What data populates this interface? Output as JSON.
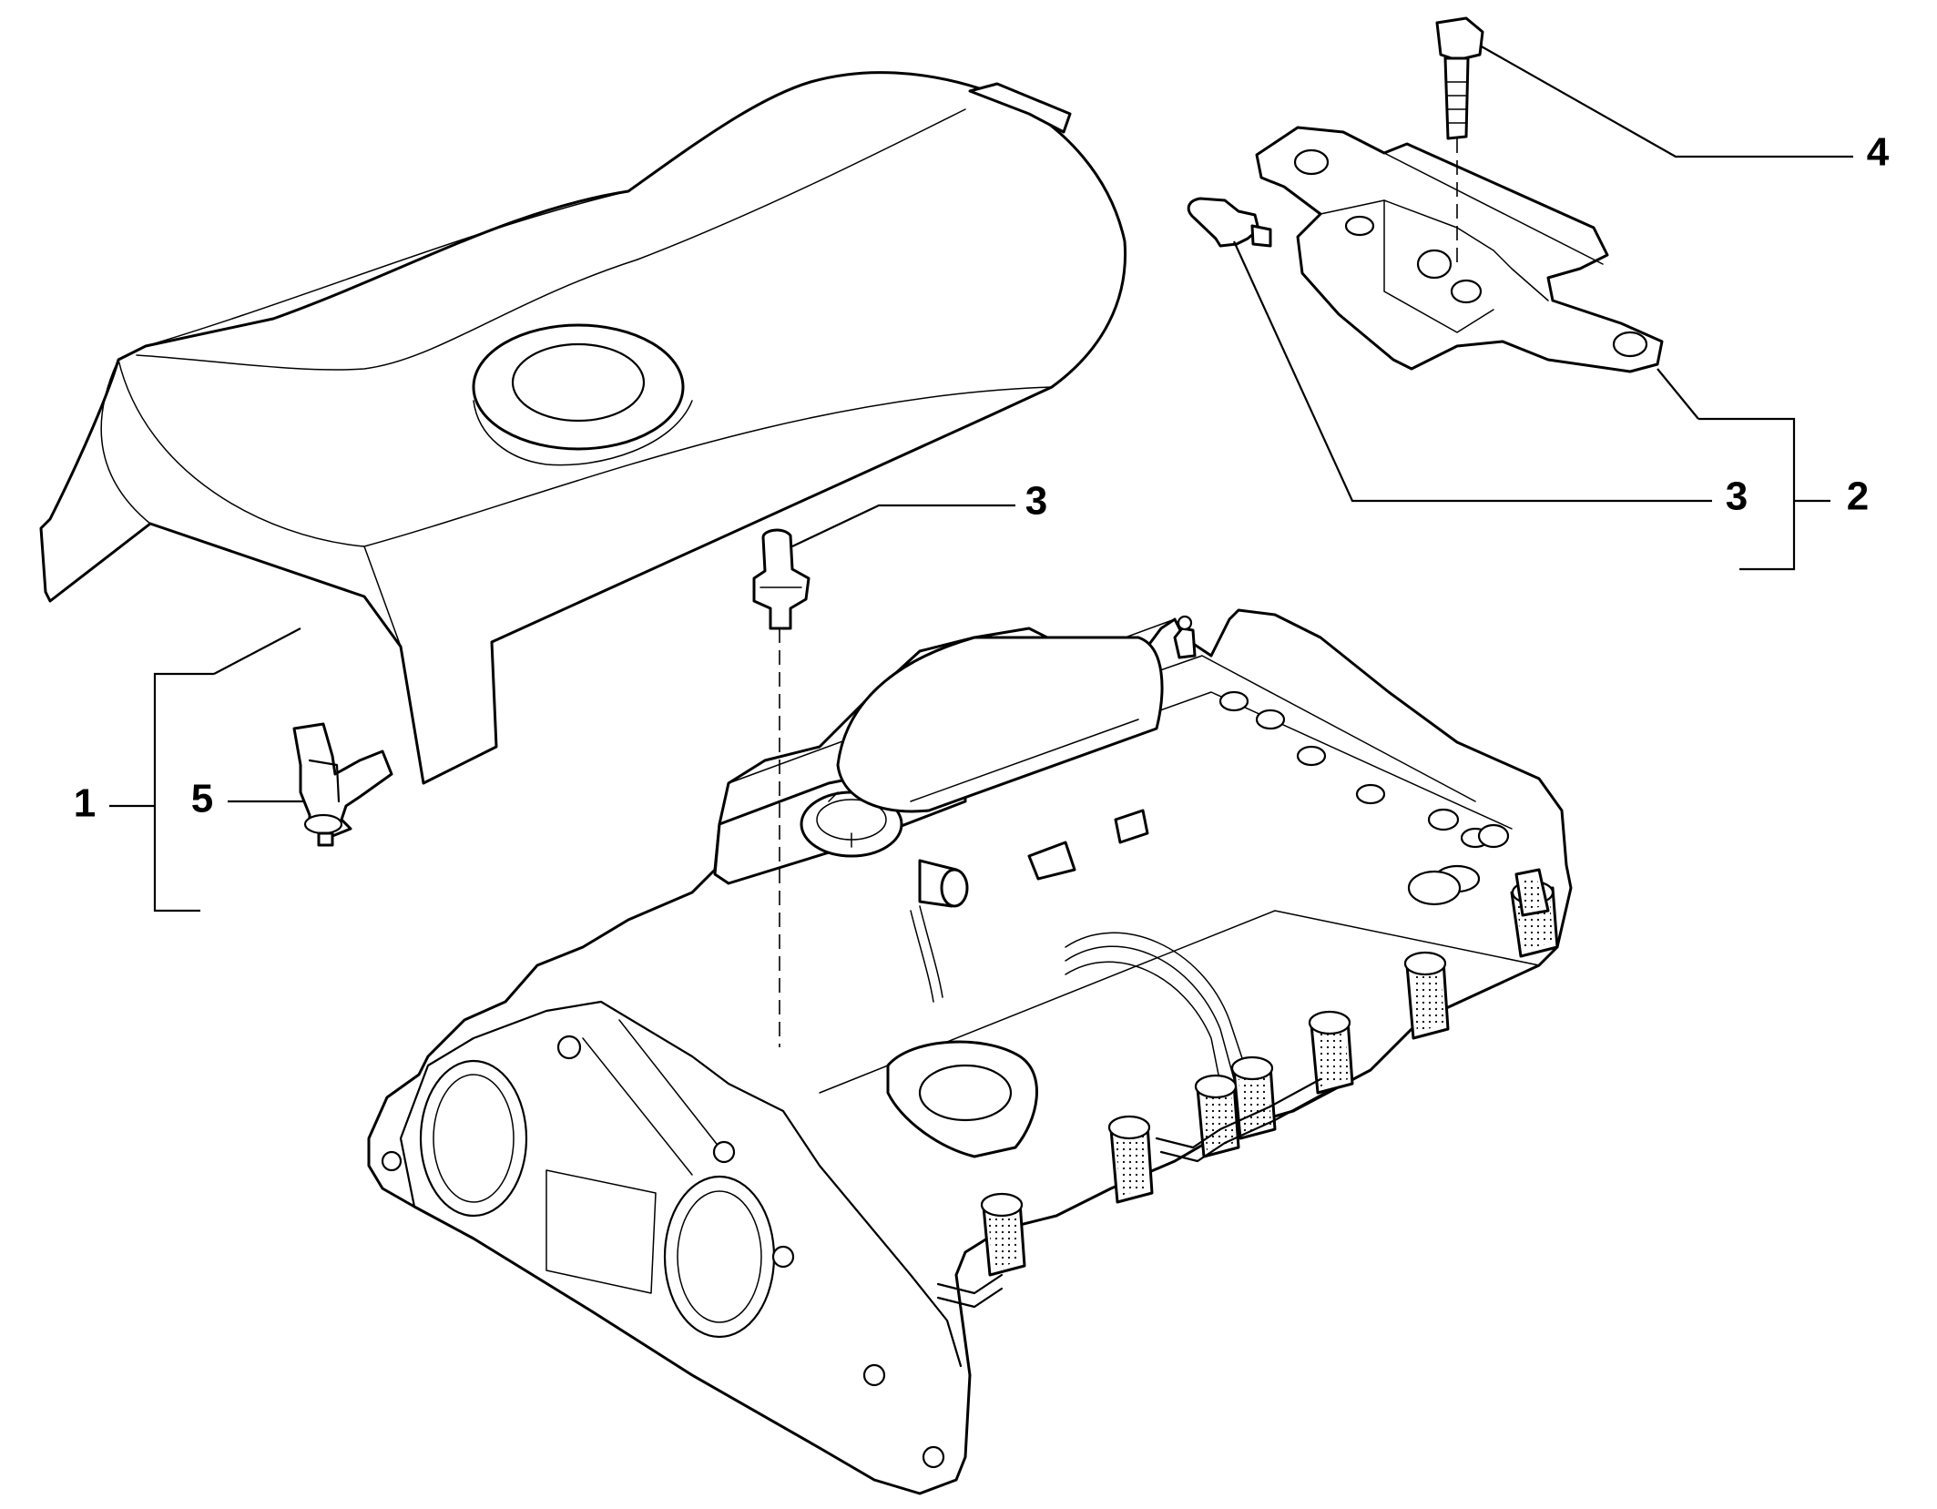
{
  "callouts": {
    "c1": "1",
    "c2": "2",
    "c3_left": "3",
    "c3_right": "3",
    "c4": "4",
    "c5": "5"
  },
  "colors": {
    "line": "#000000",
    "background": "#ffffff"
  },
  "parts": [
    {
      "id": "1",
      "name": "engine-cover"
    },
    {
      "id": "2",
      "name": "bracket-assembly"
    },
    {
      "id": "3",
      "name": "breather-fitting"
    },
    {
      "id": "4",
      "name": "bolt"
    },
    {
      "id": "5",
      "name": "retaining-clip"
    }
  ]
}
